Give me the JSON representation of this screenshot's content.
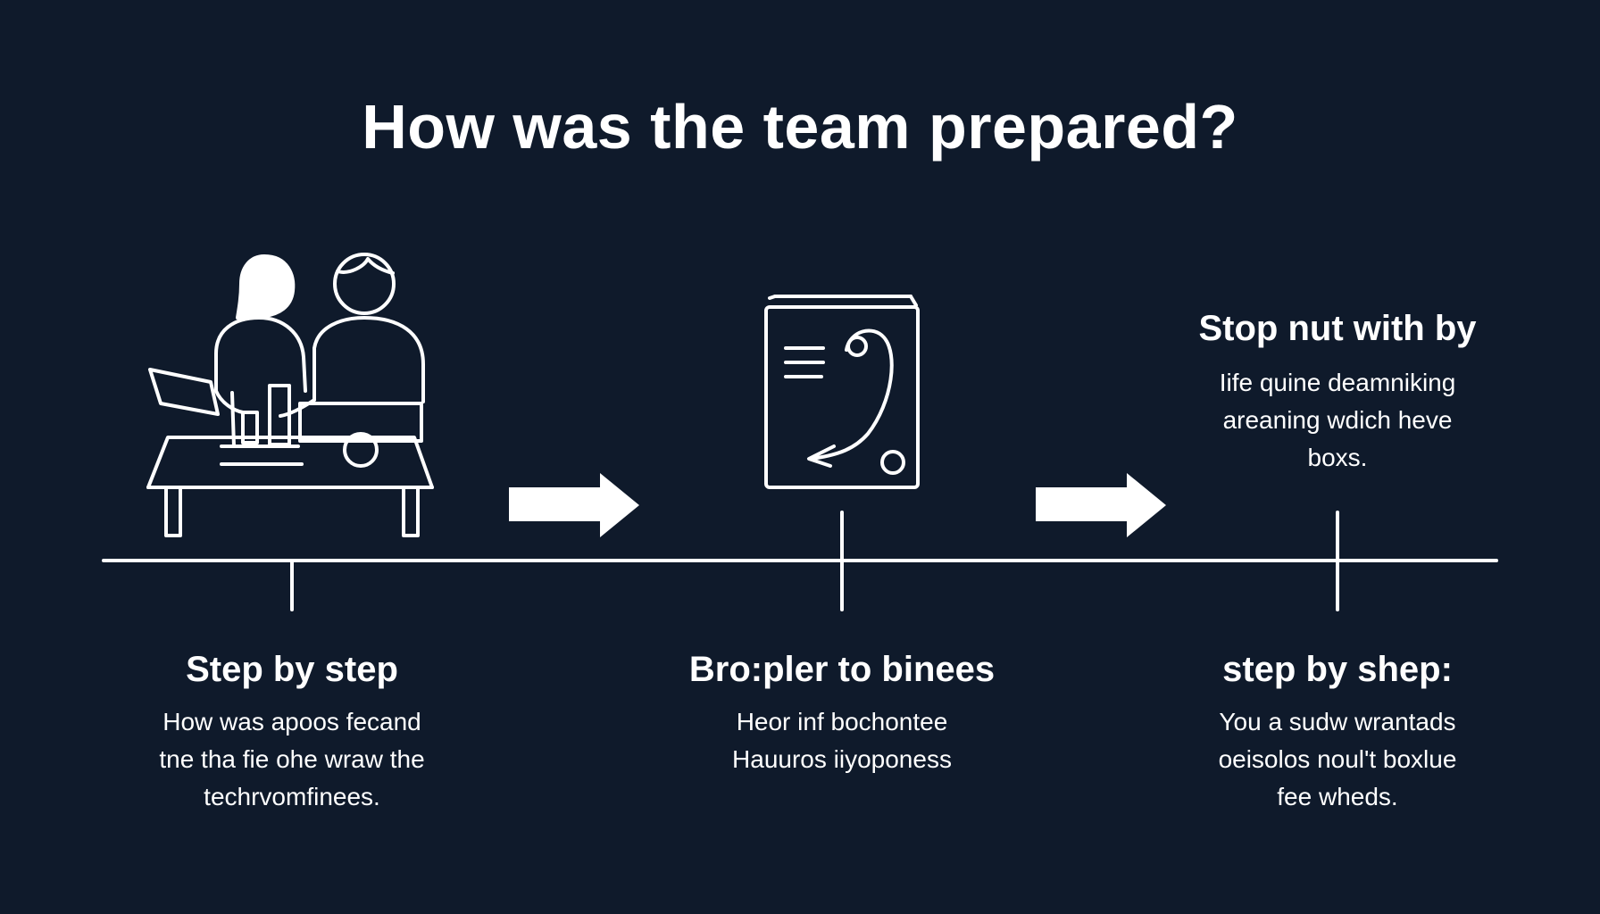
{
  "title": "How was the team prepared?",
  "colors": {
    "background": "#0f1a2b",
    "foreground": "#ffffff"
  },
  "steps": [
    {
      "heading": "Step by step",
      "body": [
        "How was apoos fecand",
        "tne tha fie ohe wraw the",
        "techrvomfinees."
      ],
      "icon": "team-at-desk-icon"
    },
    {
      "heading": "Bro:pler to binees",
      "body": [
        "Heor inf bochontee",
        "Hauuros iiyoponess"
      ],
      "icon": "document-with-curved-arrow-icon"
    },
    {
      "heading": "step by shep:",
      "body": [
        "You a sudw wrantads",
        "oeisolos noul't boxlue",
        "fee wheds."
      ],
      "icon": ""
    }
  ],
  "callout": {
    "heading": "Stop nut with by",
    "body": [
      "Iife quine deamniking",
      "areaning wdich heve",
      "boxs."
    ]
  },
  "arrows": [
    "right-arrow-icon",
    "right-arrow-icon"
  ]
}
